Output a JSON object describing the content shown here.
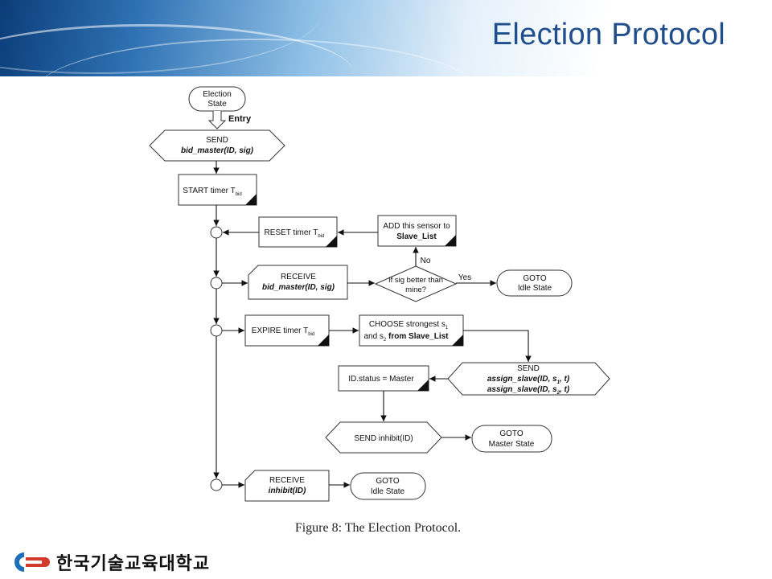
{
  "slide": {
    "title": "Election Protocol"
  },
  "figure": {
    "caption": "Figure 8: The Election Protocol.",
    "nodes": {
      "election_state": [
        "Election",
        "State"
      ],
      "entry": "Entry",
      "send_bid": [
        "SEND",
        "bid_master(ID, sig)"
      ],
      "start_timer": "START timer T",
      "reset_timer": "RESET timer T",
      "add_sensor": [
        "ADD this sensor to",
        "Slave_List"
      ],
      "receive_bid": [
        "RECEIVE",
        "bid_master(ID, sig)"
      ],
      "decision": [
        "If sig better than",
        "mine?"
      ],
      "no": "No",
      "yes": "Yes",
      "goto_idle_1": [
        "GOTO",
        "Idle State"
      ],
      "expire_timer": "EXPIRE timer T",
      "choose": [
        "CHOOSE strongest s",
        "and s",
        " from Slave_List"
      ],
      "send_assign": [
        "SEND",
        "assign_slave(ID, s",
        ", t)",
        "assign_slave(ID, s",
        ", t)"
      ],
      "id_status": "ID.status = Master",
      "send_inhibit": "SEND inhibit(ID)",
      "goto_master": [
        "GOTO",
        "Master State"
      ],
      "receive_inhibit": [
        "RECEIVE",
        "inhibit(ID)"
      ],
      "goto_idle_2": [
        "GOTO",
        "Idle State"
      ]
    },
    "subscripts": {
      "bid": "bid",
      "one": "1",
      "two": "2"
    }
  },
  "footer": {
    "logo_text": "한국기술교육대학교"
  },
  "colors": {
    "title": "#1f4e8c",
    "logo_blue": "#1d6fb8",
    "logo_red": "#d23a2a"
  }
}
